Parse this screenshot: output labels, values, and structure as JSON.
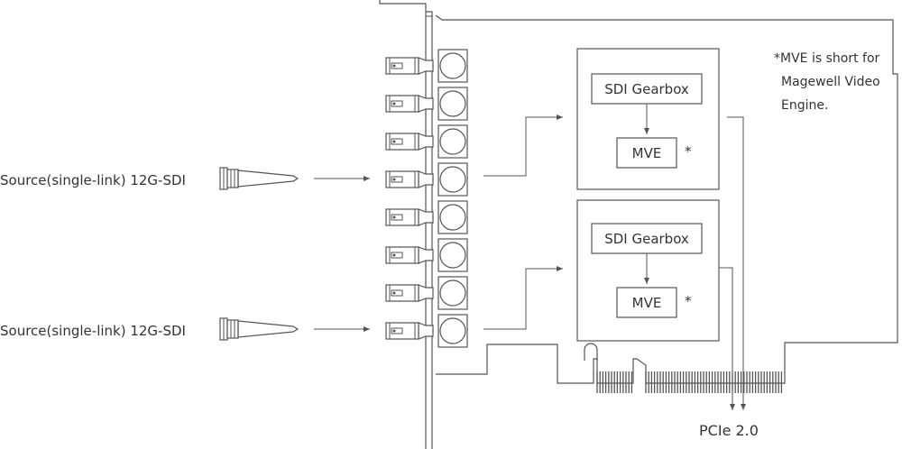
{
  "sources": [
    {
      "label": "Source(single-link) 12G-SDI"
    },
    {
      "label": "Source(single-link) 12G-SDI"
    }
  ],
  "engines": [
    {
      "gearbox_label": "SDI Gearbox",
      "mve_label": "MVE",
      "asterisk": "*"
    },
    {
      "gearbox_label": "SDI Gearbox",
      "mve_label": "MVE",
      "asterisk": "*"
    }
  ],
  "note": {
    "lines": [
      "*MVE is short for",
      "Magewell Video",
      "Engine."
    ]
  },
  "output": {
    "label": "PCIe 2.0"
  },
  "port_count": 8,
  "icons": {
    "cable": "bnc-cable-icon",
    "port": "bnc-port-icon",
    "arrow": "arrow-icon"
  }
}
